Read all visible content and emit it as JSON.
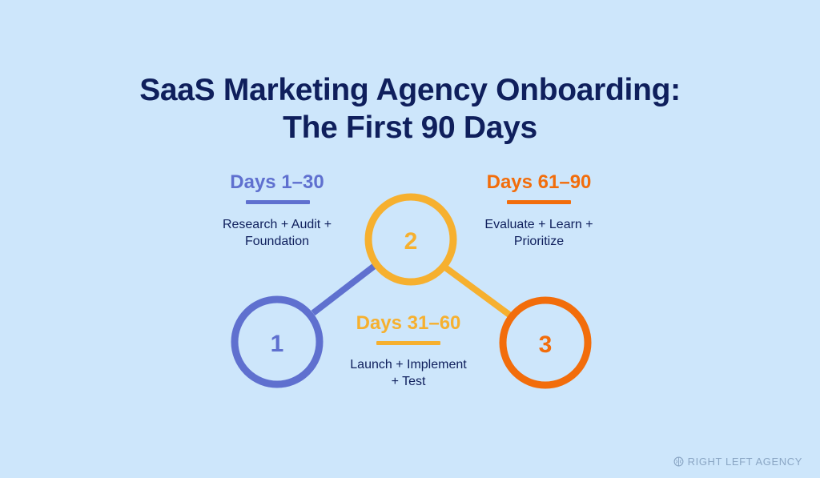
{
  "title": {
    "line1": "SaaS Marketing Agency Onboarding:",
    "line2": "The First 90 Days"
  },
  "colors": {
    "background": "#cde6fb",
    "title": "#0f1f5c",
    "phase1": "#5f70cf",
    "phase2": "#f6b02f",
    "phase3": "#f26d0b"
  },
  "phases": [
    {
      "number": "1",
      "title": "Days 1–30",
      "desc_line1": "Research + Audit +",
      "desc_line2": "Foundation"
    },
    {
      "number": "2",
      "title": "Days 31–60",
      "desc_line1": "Launch + Implement",
      "desc_line2": "+ Test"
    },
    {
      "number": "3",
      "title": "Days 61–90",
      "desc_line1": "Evaluate + Learn +",
      "desc_line2": "Prioritize"
    }
  ],
  "brand": {
    "logo_icon": "brain-icon",
    "text": "RIGHT LEFT AGENCY"
  }
}
